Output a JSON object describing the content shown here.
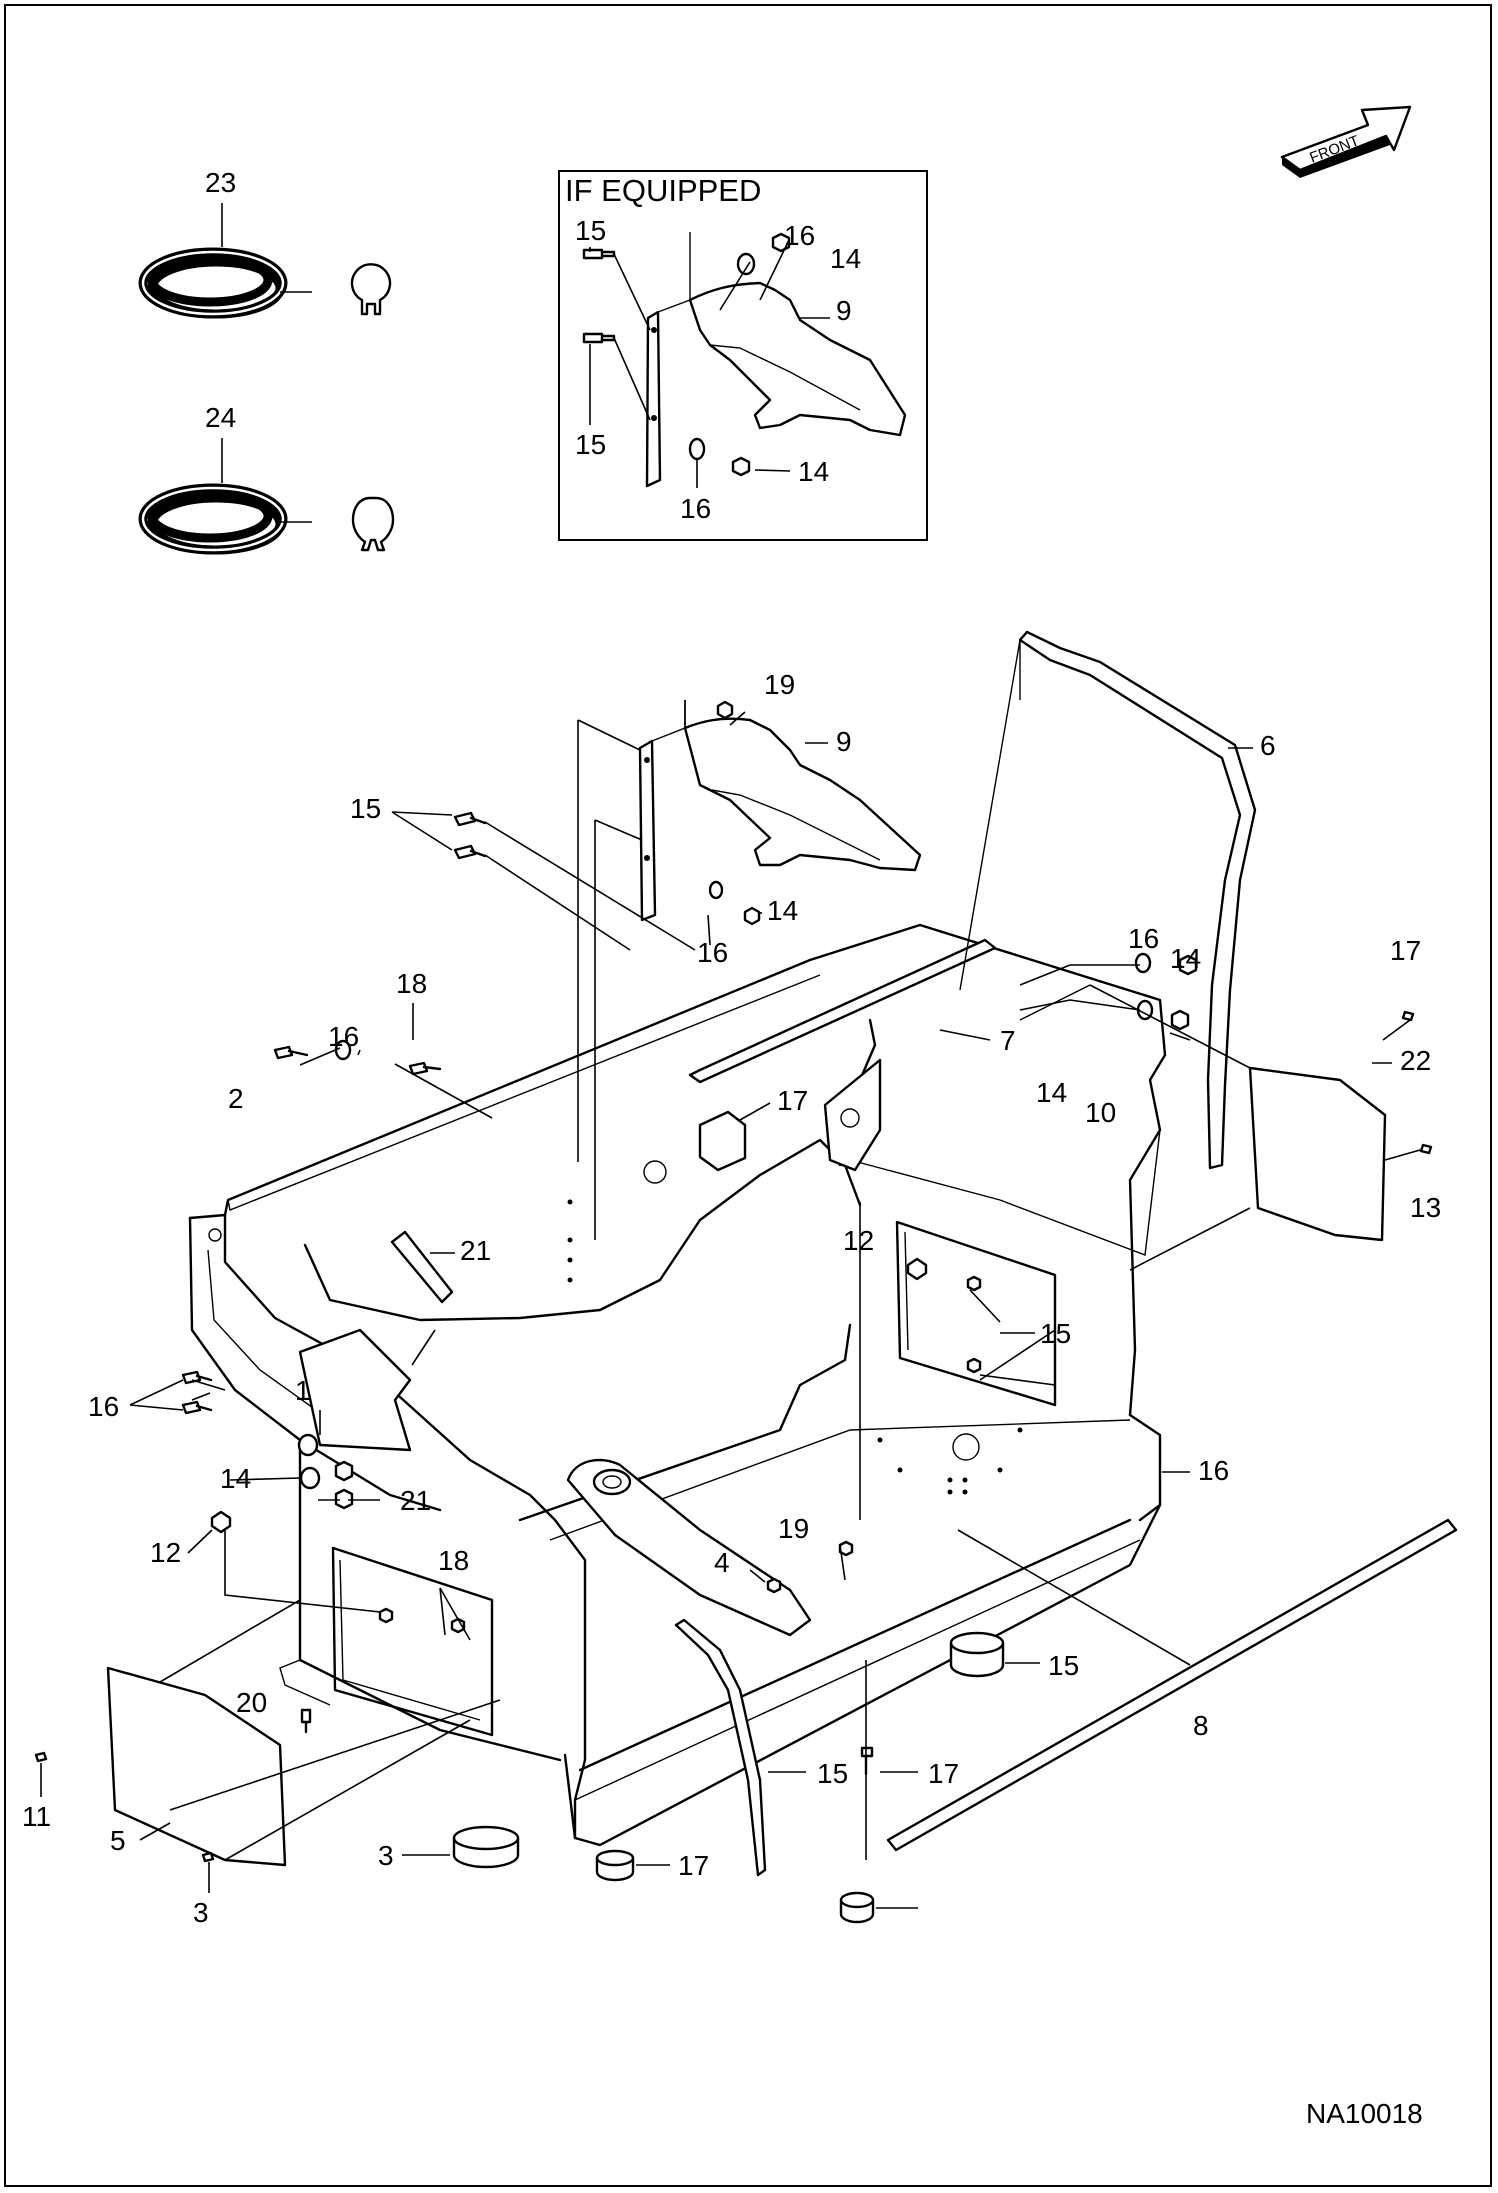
{
  "inset": {
    "title": "IF EQUIPPED"
  },
  "orientation": {
    "front_label": "FRONT"
  },
  "drawing_code": "NA10018",
  "callouts": [
    {
      "id": "c23",
      "text": "23"
    },
    {
      "id": "c24",
      "text": "24"
    },
    {
      "id": "ci15a",
      "text": "15"
    },
    {
      "id": "ci16a",
      "text": "16"
    },
    {
      "id": "ci14a",
      "text": "14"
    },
    {
      "id": "ci9",
      "text": "9"
    },
    {
      "id": "ci15b",
      "text": "15"
    },
    {
      "id": "ci16b",
      "text": "16"
    },
    {
      "id": "ci14b",
      "text": "14"
    },
    {
      "id": "c19a",
      "text": "19"
    },
    {
      "id": "c9",
      "text": "9"
    },
    {
      "id": "c6",
      "text": "6"
    },
    {
      "id": "c15a",
      "text": "15"
    },
    {
      "id": "c14a",
      "text": "14"
    },
    {
      "id": "c16a",
      "text": "16"
    },
    {
      "id": "c16b",
      "text": "16"
    },
    {
      "id": "c14b",
      "text": "14"
    },
    {
      "id": "c17a",
      "text": "17"
    },
    {
      "id": "c18a",
      "text": "18"
    },
    {
      "id": "c7",
      "text": "7"
    },
    {
      "id": "c16c",
      "text": "16"
    },
    {
      "id": "c14c",
      "text": "14"
    },
    {
      "id": "c10",
      "text": "10"
    },
    {
      "id": "c22",
      "text": "22"
    },
    {
      "id": "c2",
      "text": "2"
    },
    {
      "id": "c17b",
      "text": "17"
    },
    {
      "id": "c13",
      "text": "13"
    },
    {
      "id": "c21a",
      "text": "21"
    },
    {
      "id": "c12a",
      "text": "12"
    },
    {
      "id": "c15b",
      "text": "15"
    },
    {
      "id": "c16d",
      "text": "16"
    },
    {
      "id": "c1",
      "text": "1"
    },
    {
      "id": "c16e",
      "text": "16"
    },
    {
      "id": "c14d",
      "text": "14"
    },
    {
      "id": "c21b",
      "text": "21"
    },
    {
      "id": "c12b",
      "text": "12"
    },
    {
      "id": "c18b",
      "text": "18"
    },
    {
      "id": "c19b",
      "text": "19"
    },
    {
      "id": "c4",
      "text": "4"
    },
    {
      "id": "c15c",
      "text": "15"
    },
    {
      "id": "c20",
      "text": "20"
    },
    {
      "id": "c8",
      "text": "8"
    },
    {
      "id": "c15d",
      "text": "15"
    },
    {
      "id": "c17c",
      "text": "17"
    },
    {
      "id": "c11",
      "text": "11"
    },
    {
      "id": "c5",
      "text": "5"
    },
    {
      "id": "c3a",
      "text": "3"
    },
    {
      "id": "c17d",
      "text": "17"
    },
    {
      "id": "c3b",
      "text": "3"
    }
  ]
}
